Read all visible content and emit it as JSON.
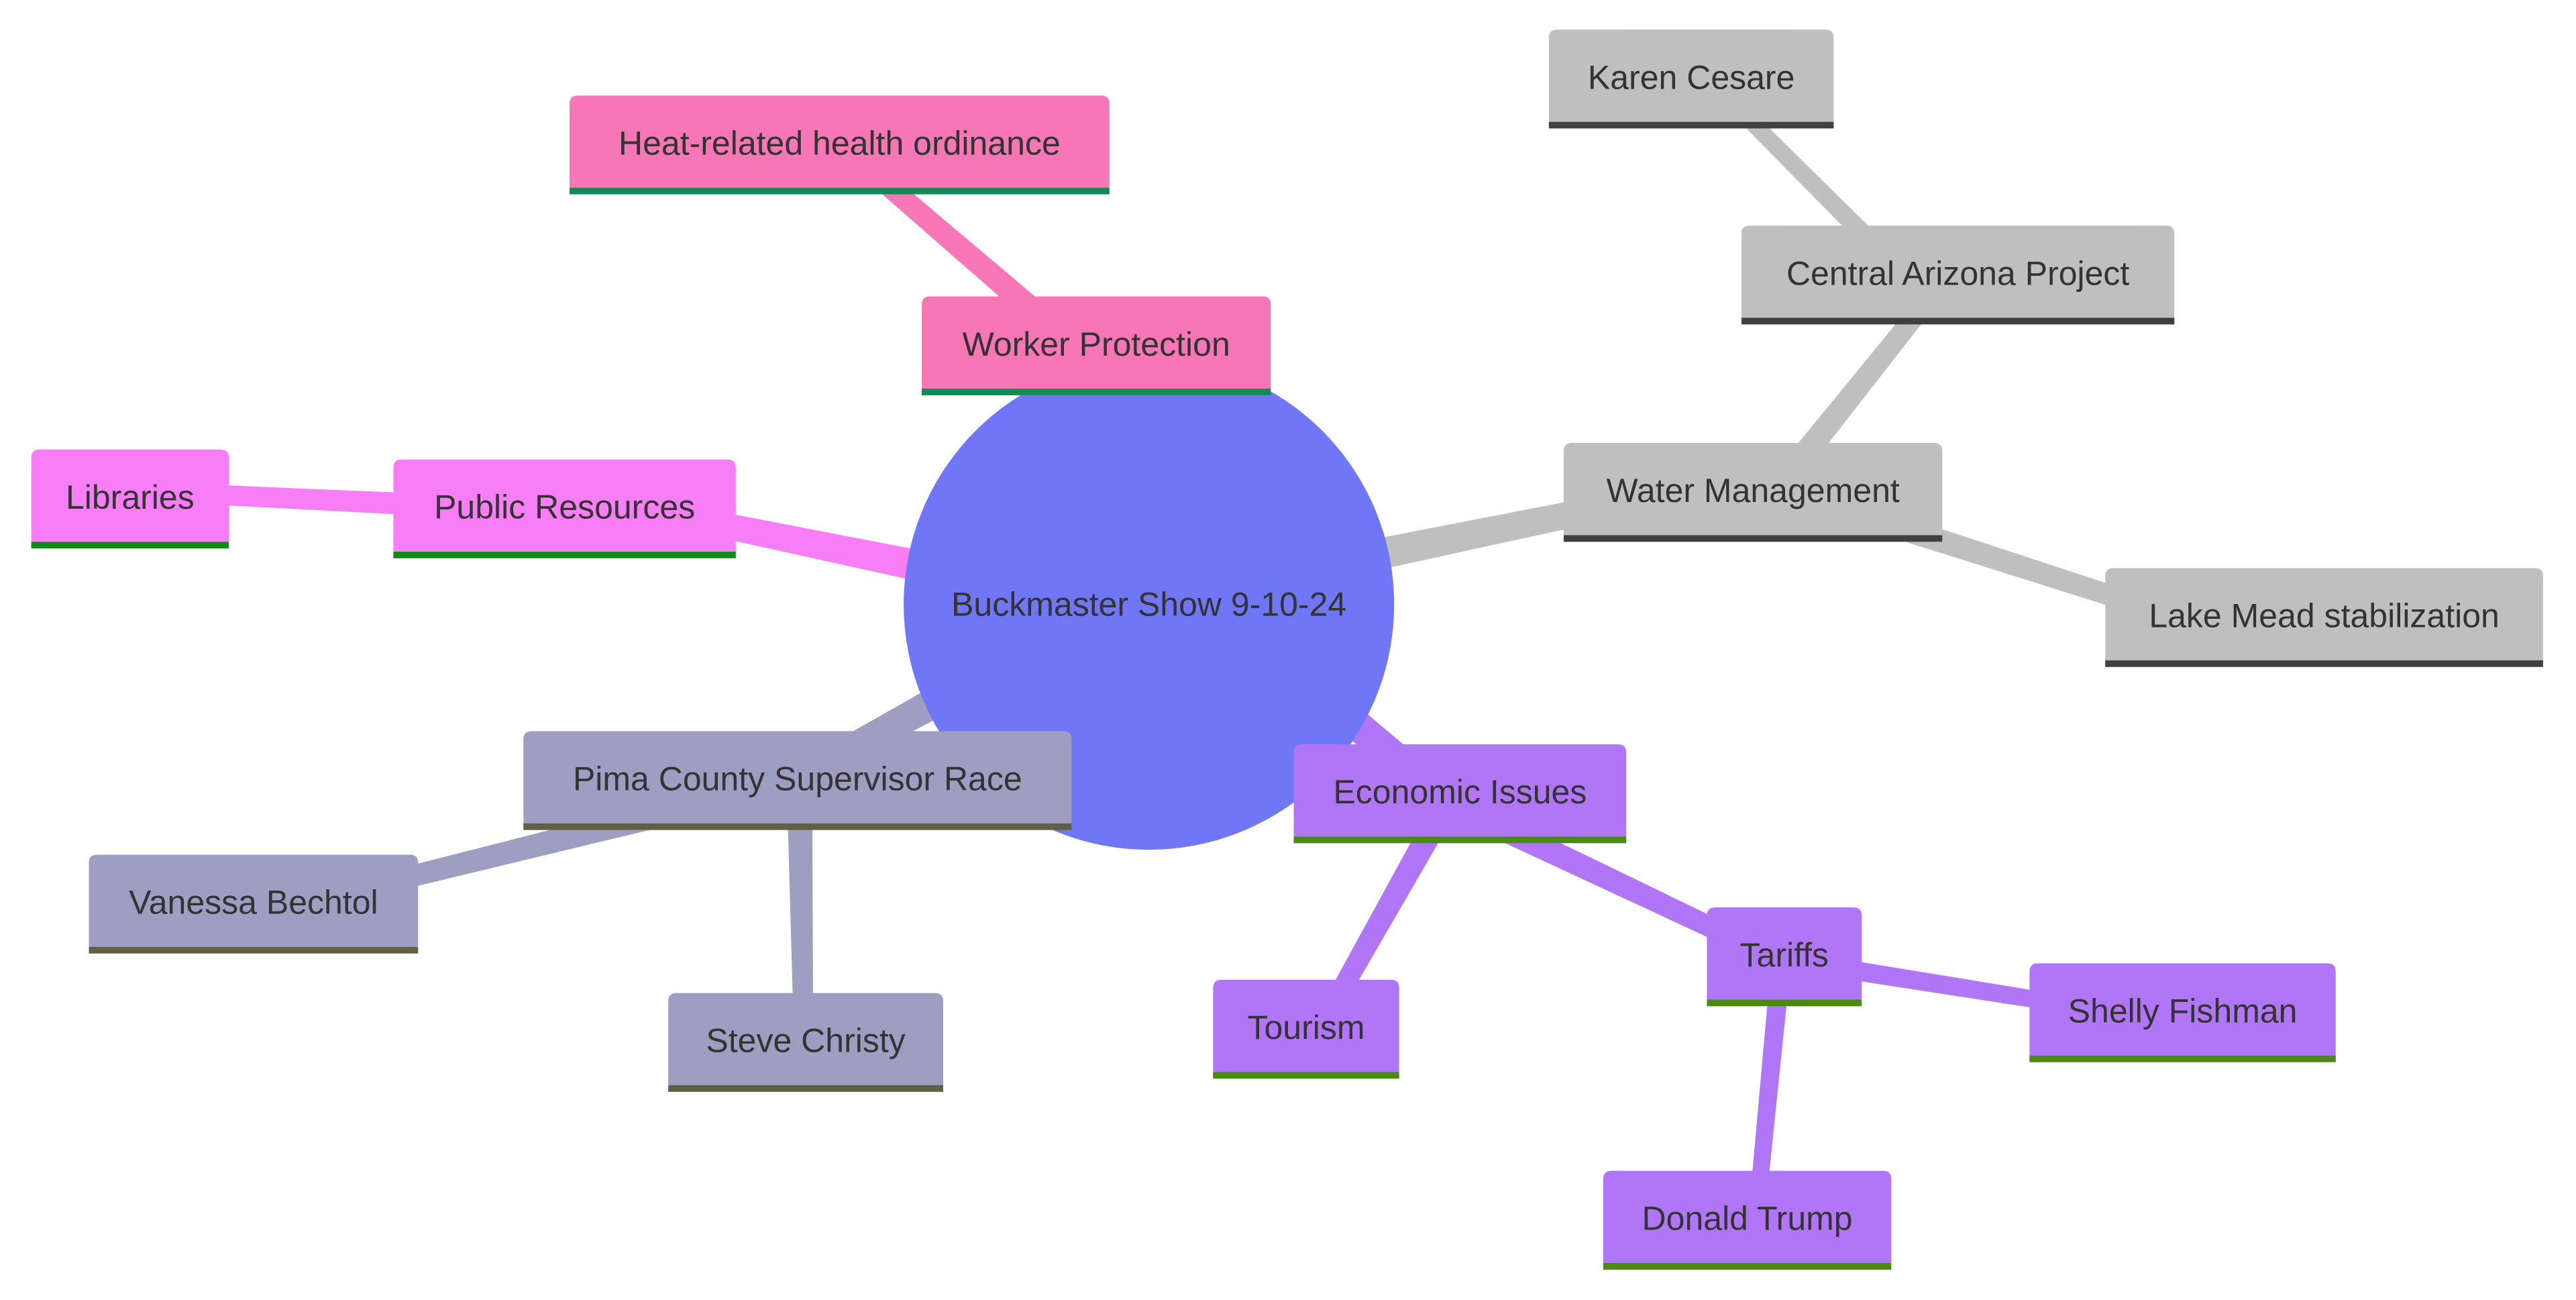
{
  "diagram": {
    "type": "mindmap",
    "root": {
      "id": "root",
      "label": "Buckmaster Show 9-10-24",
      "color": "#7077f7"
    },
    "branches": [
      {
        "id": "worker-protection",
        "label": "Worker Protection",
        "color": "#f776b6",
        "underline": "#158a55",
        "children": [
          {
            "id": "heat-ordinance",
            "label": "Heat-related health ordinance"
          }
        ]
      },
      {
        "id": "public-resources",
        "label": "Public Resources",
        "color": "#f77ef7",
        "underline": "#118a18",
        "children": [
          {
            "id": "libraries",
            "label": "Libraries"
          }
        ]
      },
      {
        "id": "water-management",
        "label": "Water Management",
        "color": "#bfbfbf",
        "underline": "#404040",
        "children": [
          {
            "id": "central-arizona",
            "label": "Central Arizona Project",
            "children": [
              {
                "id": "karen-cesare",
                "label": "Karen Cesare"
              }
            ]
          },
          {
            "id": "lake-mead",
            "label": "Lake Mead stabilization"
          }
        ]
      },
      {
        "id": "pima-county",
        "label": "Pima County Supervisor Race",
        "color": "#9e9ec2",
        "underline": "#615f44",
        "children": [
          {
            "id": "vanessa-bechtol",
            "label": "Vanessa Bechtol"
          },
          {
            "id": "steve-christy",
            "label": "Steve Christy"
          }
        ]
      },
      {
        "id": "economic-issues",
        "label": "Economic Issues",
        "color": "#b176f7",
        "underline": "#4a8a12",
        "children": [
          {
            "id": "tourism",
            "label": "Tourism"
          },
          {
            "id": "tariffs",
            "label": "Tariffs",
            "children": [
              {
                "id": "shelly-fishman",
                "label": "Shelly Fishman"
              },
              {
                "id": "donald-trump",
                "label": "Donald Trump"
              }
            ]
          }
        ]
      }
    ]
  }
}
